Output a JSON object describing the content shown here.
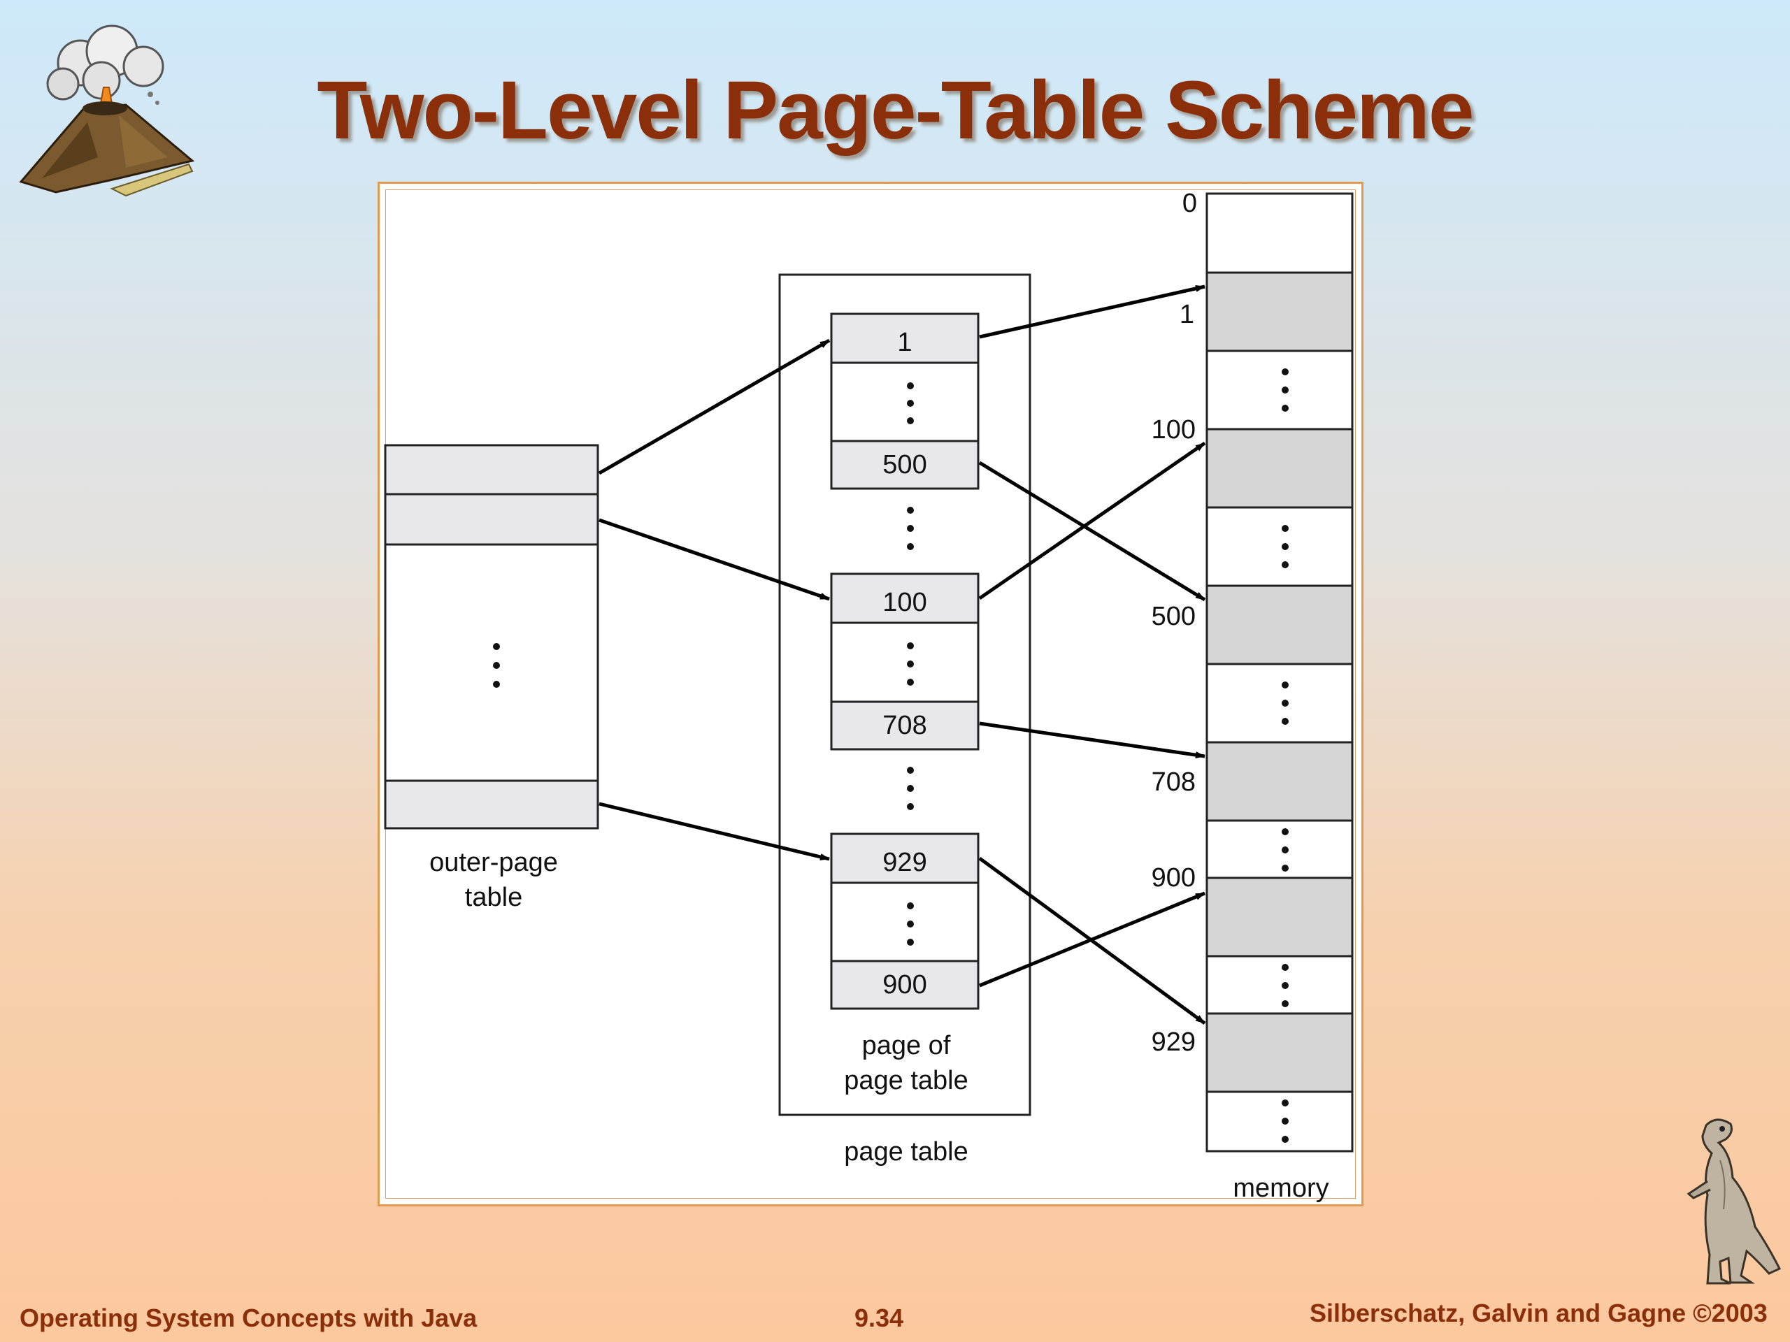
{
  "slide": {
    "title": "Two-Level Page-Table Scheme"
  },
  "diagram": {
    "outer_table_label_line1": "outer-page",
    "outer_table_label_line2": "table",
    "page_of_page_table_line1": "page of",
    "page_of_page_table_line2": "page table",
    "page_table_label": "page table",
    "memory_label": "memory",
    "page_entries": [
      "1",
      "500",
      "100",
      "708",
      "929",
      "900"
    ],
    "memory_markers": [
      "0",
      "1",
      "100",
      "500",
      "708",
      "900",
      "929"
    ]
  },
  "footer": {
    "left": "Operating System Concepts with Java",
    "center": "9.34",
    "right": "Silberschatz, Galvin and Gagne ©2003"
  },
  "icons": {
    "top_left": "volcano-icon",
    "bottom_right": "dinosaur-icon"
  }
}
